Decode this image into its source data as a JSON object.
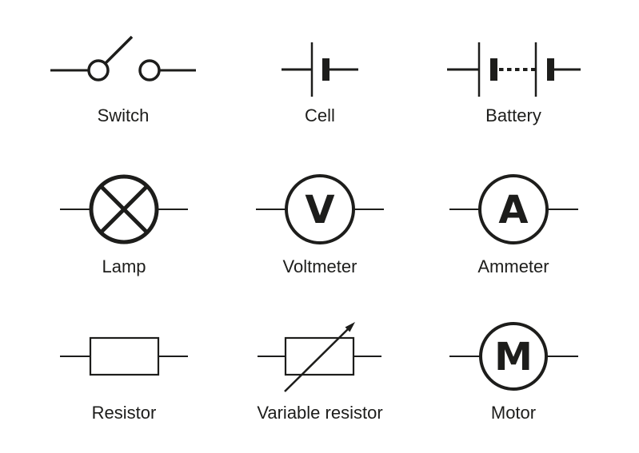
{
  "colors": {
    "stroke": "#1d1d1b",
    "text": "#1d1d1b",
    "background": "#ffffff"
  },
  "symbols": [
    {
      "id": "switch",
      "label": "Switch"
    },
    {
      "id": "cell",
      "label": "Cell"
    },
    {
      "id": "battery",
      "label": "Battery"
    },
    {
      "id": "lamp",
      "label": "Lamp"
    },
    {
      "id": "voltmeter",
      "label": "Voltmeter",
      "letter": "V"
    },
    {
      "id": "ammeter",
      "label": "Ammeter",
      "letter": "A"
    },
    {
      "id": "resistor",
      "label": "Resistor"
    },
    {
      "id": "variable-resistor",
      "label": "Variable resistor"
    },
    {
      "id": "motor",
      "label": "Motor",
      "letter": "M"
    }
  ]
}
